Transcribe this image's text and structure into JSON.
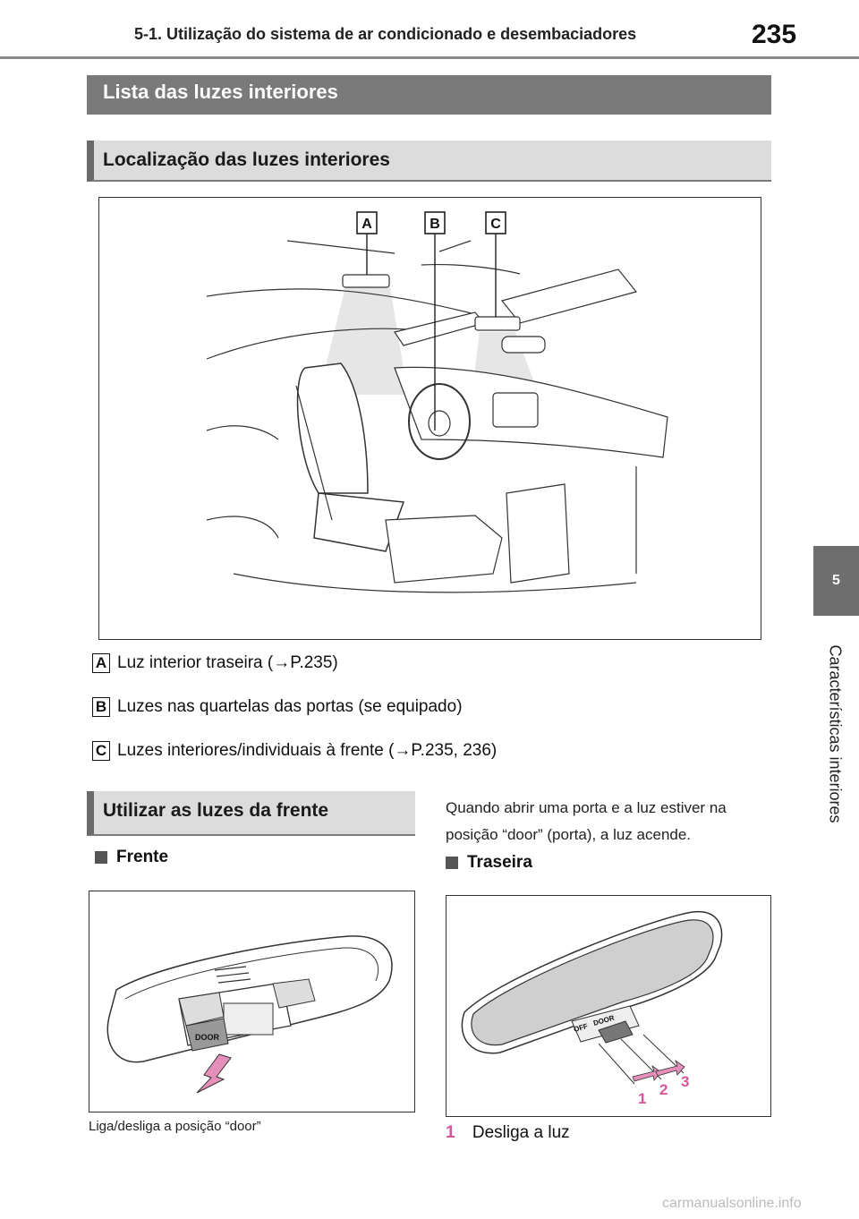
{
  "header": {
    "title": "5-1. Utilização do sistema de ar condicionado e desembaciadores",
    "page_number": "235"
  },
  "side_tab": {
    "chapter_number": "5",
    "chapter_title": "Características interiores"
  },
  "sections": {
    "main_heading": "Lista das luzes interiores",
    "location_heading": "Localização das luzes interiores",
    "front_heading": "Utilizar as luzes da frente"
  },
  "figure_main": {
    "labels": [
      "A",
      "B",
      "C"
    ]
  },
  "legend": [
    {
      "letter": "A",
      "text": "Luz interior traseira (→P.235)"
    },
    {
      "letter": "B",
      "text": "Luzes nas quartelas das portas (se equipado)"
    },
    {
      "letter": "C",
      "text": "Luzes interiores/individuais à frente (→P.235, 236)"
    }
  ],
  "front": {
    "subheading": "Frente",
    "caption": "Liga/desliga a posição “door”",
    "switch_label": "DOOR"
  },
  "right_paragraph": "Quando abrir uma porta e a luz estiver na posição “door” (porta), a luz acende.",
  "rear": {
    "subheading": "Traseira",
    "switch_labels": [
      "OFF",
      "DOOR"
    ],
    "step_numbers": [
      "1",
      "2",
      "3"
    ],
    "step1_number": "1",
    "step1_text": "Desliga a luz"
  },
  "footer": "carmanualsonline.info",
  "colors": {
    "accent_pink": "#d4569b",
    "heading_dark": "#7a7a7a",
    "heading_light": "#dcdcdc"
  }
}
